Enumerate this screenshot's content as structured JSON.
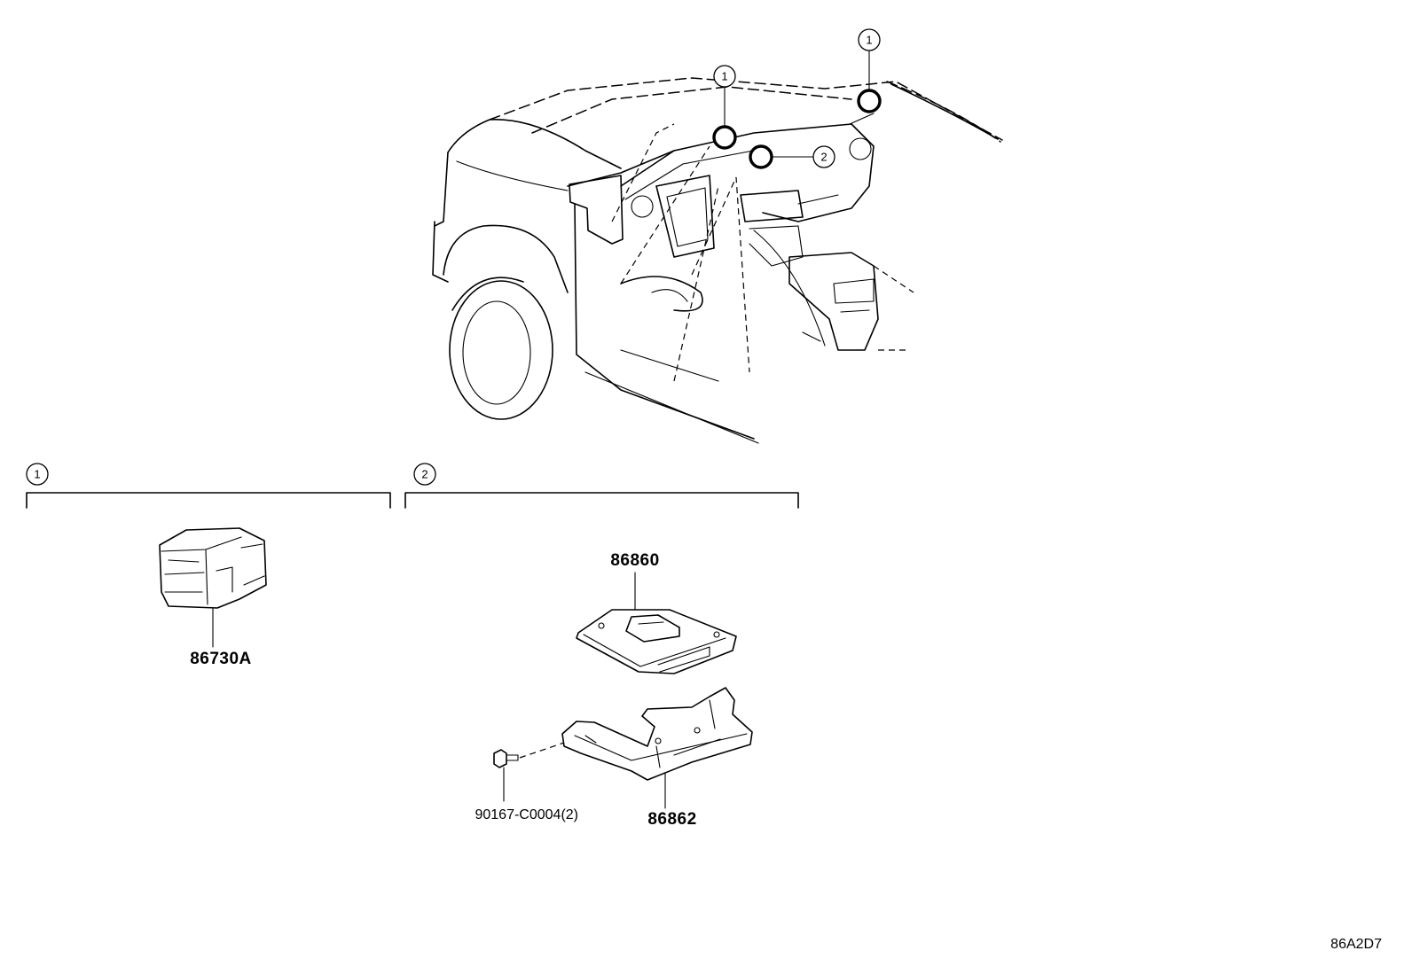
{
  "callouts": {
    "mark_1": "1",
    "mark_2": "2"
  },
  "groups": [
    {
      "id": "1",
      "parts": [
        "86730A"
      ]
    },
    {
      "id": "2",
      "parts": [
        "86860",
        "86862",
        "90167-C0004(2)"
      ]
    }
  ],
  "parts": {
    "camera_module": "86730A",
    "receiver": "86860",
    "bracket": "86862",
    "screw": "90167-C0004(2)"
  },
  "illustration_code": "86A2D7"
}
